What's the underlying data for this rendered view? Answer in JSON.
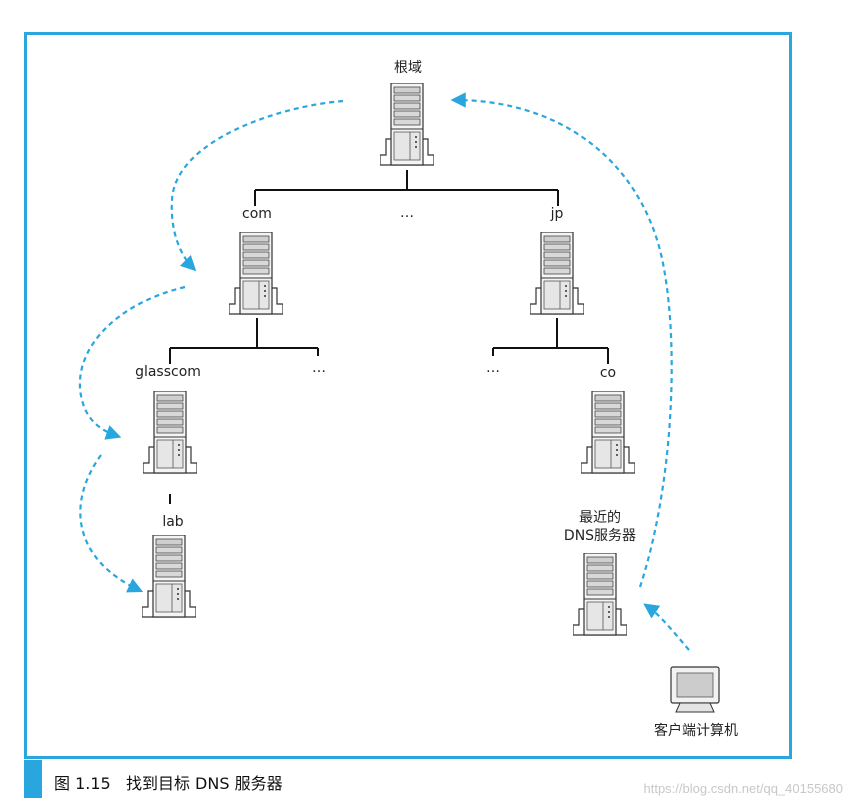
{
  "caption": "图 1.15   找到目标 DNS 服务器",
  "watermark": "https://blog.csdn.net/qq_40155680",
  "colors": {
    "frame": "#2aa6df",
    "arrow": "#2aa6df",
    "line": "#111111"
  },
  "nodes": {
    "root": "根域",
    "com": "com",
    "jp": "jp",
    "ellipsis": "…",
    "glasscom": "glasscom",
    "co": "co",
    "lab": "lab",
    "nearest_line1": "最近的",
    "nearest_line2": "DNS服务器",
    "client": "客户端计算机"
  }
}
